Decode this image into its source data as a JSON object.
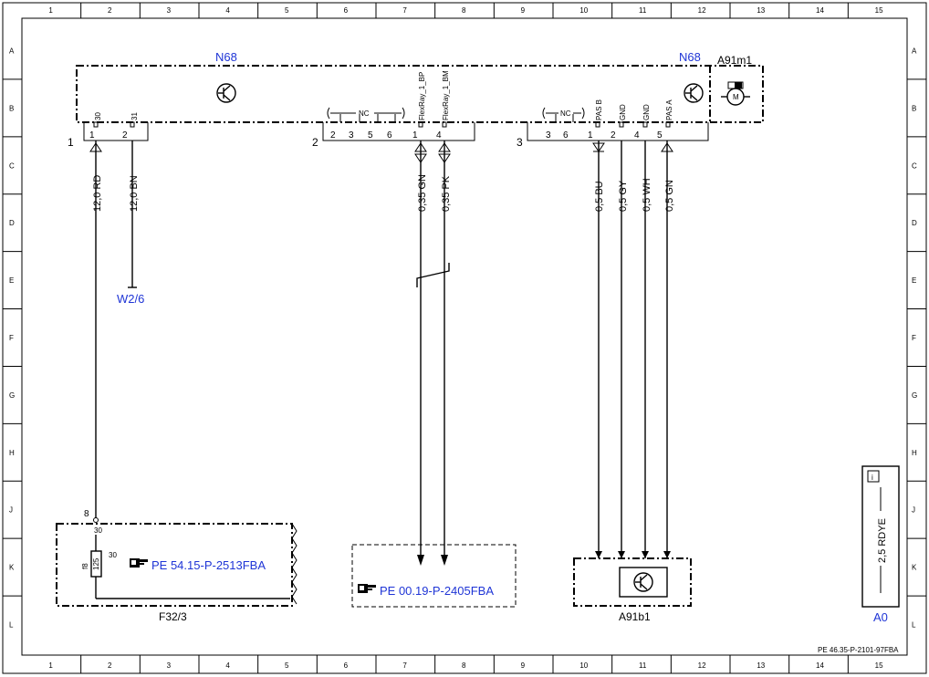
{
  "grid": {
    "columns": [
      "1",
      "2",
      "3",
      "4",
      "5",
      "6",
      "7",
      "8",
      "9",
      "10",
      "11",
      "12",
      "13",
      "14",
      "15"
    ],
    "rows": [
      "A",
      "B",
      "C",
      "D",
      "E",
      "F",
      "G",
      "H",
      "J",
      "K",
      "L"
    ]
  },
  "components": {
    "n68_left_label": "N68",
    "n68_right_label": "N68",
    "a91m1_label": "A91m1",
    "w2_6_label": "W2/6",
    "f32_3_label": "F32/3",
    "a91b1_label": "A91b1",
    "a0_label": "A0",
    "fuse_name": "f8",
    "fuse_rating": "125",
    "fuse_pin": "30",
    "fuse_side_pin": "30",
    "fuse_top_pin": "8"
  },
  "connectors": {
    "c1": {
      "number": "1",
      "pins": [
        "1",
        "2"
      ],
      "pin_labels": [
        "30",
        "31"
      ]
    },
    "c2": {
      "number": "2",
      "pins": [
        "2",
        "3",
        "5",
        "6",
        "1",
        "4"
      ],
      "nc": "NC",
      "pin_labels": [
        "FlexRay_1_BP",
        "FlexRay_1_BM"
      ]
    },
    "c3": {
      "number": "3",
      "pins": [
        "3",
        "6",
        "1",
        "2",
        "4",
        "5"
      ],
      "nc": "NC",
      "pin_labels": [
        "PAS B",
        "GND",
        "GND",
        "PAS A"
      ]
    }
  },
  "wires": [
    "12,0 RD",
    "12,0 BN",
    "0,35 GN",
    "0,35 PK",
    "0,5 BU",
    "0,5 GY",
    "0,5 WH",
    "0,5 GN"
  ],
  "references": {
    "ref_fuse": "PE 54.15-P-2513FBA",
    "ref_flexray": "PE 00.19-P-2405FBA"
  },
  "legend": {
    "info": "i",
    "wire": "2,5 RDYE"
  },
  "footer": {
    "doc_id": "PE 46.35-P-2101-97FBA"
  }
}
